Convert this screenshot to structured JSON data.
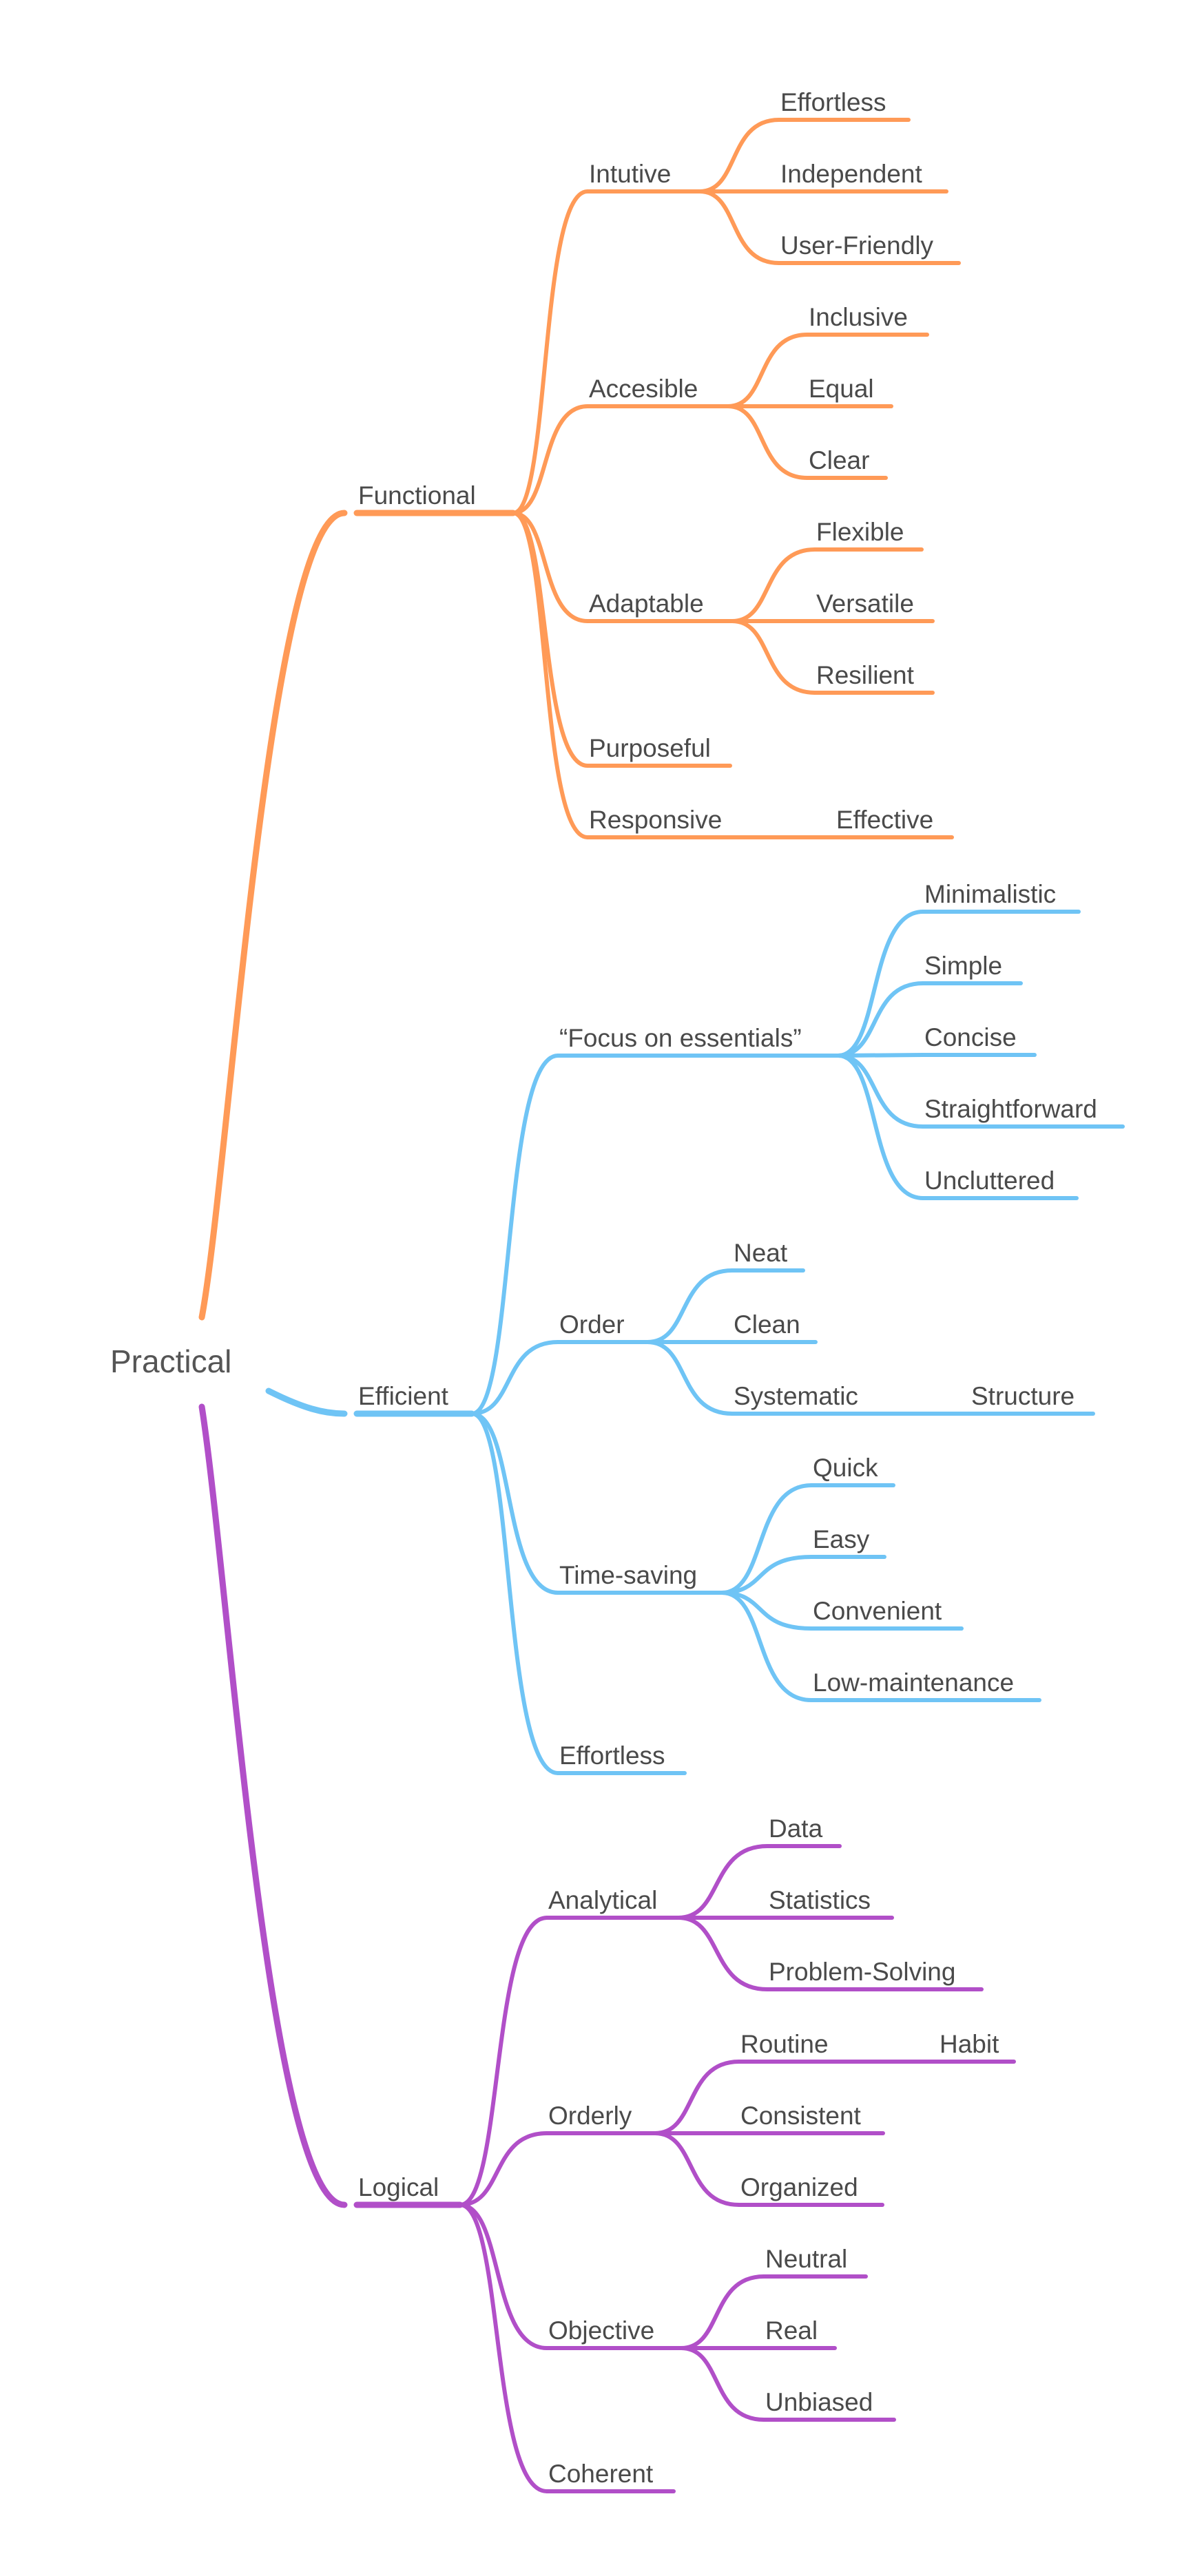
{
  "colors": {
    "functional": "#FF9A57",
    "efficient": "#6FC4F5",
    "logical": "#B14FC8"
  },
  "root": {
    "label": "Practical"
  },
  "nodes": [
    {
      "id": "functional",
      "label": "Functional",
      "parent": "root",
      "branch": "functional"
    },
    {
      "id": "intutive",
      "label": "Intutive",
      "parent": "functional",
      "branch": "functional"
    },
    {
      "id": "effortless-1",
      "label": "Effortless",
      "parent": "intutive",
      "branch": "functional"
    },
    {
      "id": "independent",
      "label": "Independent",
      "parent": "intutive",
      "branch": "functional"
    },
    {
      "id": "user-friendly",
      "label": "User-Friendly",
      "parent": "intutive",
      "branch": "functional"
    },
    {
      "id": "accesible",
      "label": "Accesible",
      "parent": "functional",
      "branch": "functional"
    },
    {
      "id": "inclusive",
      "label": "Inclusive",
      "parent": "accesible",
      "branch": "functional"
    },
    {
      "id": "equal",
      "label": "Equal",
      "parent": "accesible",
      "branch": "functional"
    },
    {
      "id": "clear",
      "label": "Clear",
      "parent": "accesible",
      "branch": "functional"
    },
    {
      "id": "adaptable",
      "label": "Adaptable",
      "parent": "functional",
      "branch": "functional"
    },
    {
      "id": "flexible",
      "label": "Flexible",
      "parent": "adaptable",
      "branch": "functional"
    },
    {
      "id": "versatile",
      "label": "Versatile",
      "parent": "adaptable",
      "branch": "functional"
    },
    {
      "id": "resilient",
      "label": "Resilient",
      "parent": "adaptable",
      "branch": "functional"
    },
    {
      "id": "purposeful",
      "label": "Purposeful",
      "parent": "functional",
      "branch": "functional"
    },
    {
      "id": "responsive",
      "label": "Responsive",
      "parent": "functional",
      "branch": "functional"
    },
    {
      "id": "effective",
      "label": "Effective",
      "parent": "responsive",
      "branch": "functional"
    },
    {
      "id": "efficient",
      "label": "Efficient",
      "parent": "root",
      "branch": "efficient"
    },
    {
      "id": "focus",
      "label": "“Focus on essentials”",
      "parent": "efficient",
      "branch": "efficient"
    },
    {
      "id": "minimalistic",
      "label": "Minimalistic",
      "parent": "focus",
      "branch": "efficient"
    },
    {
      "id": "simple",
      "label": "Simple",
      "parent": "focus",
      "branch": "efficient"
    },
    {
      "id": "concise",
      "label": "Concise",
      "parent": "focus",
      "branch": "efficient"
    },
    {
      "id": "straightforward",
      "label": "Straightforward",
      "parent": "focus",
      "branch": "efficient"
    },
    {
      "id": "uncluttered",
      "label": "Uncluttered",
      "parent": "focus",
      "branch": "efficient"
    },
    {
      "id": "order",
      "label": "Order",
      "parent": "efficient",
      "branch": "efficient"
    },
    {
      "id": "neat",
      "label": "Neat",
      "parent": "order",
      "branch": "efficient"
    },
    {
      "id": "clean",
      "label": "Clean",
      "parent": "order",
      "branch": "efficient"
    },
    {
      "id": "systematic",
      "label": "Systematic",
      "parent": "order",
      "branch": "efficient"
    },
    {
      "id": "structure",
      "label": "Structure",
      "parent": "systematic",
      "branch": "efficient"
    },
    {
      "id": "time-saving",
      "label": "Time-saving",
      "parent": "efficient",
      "branch": "efficient"
    },
    {
      "id": "quick",
      "label": "Quick",
      "parent": "time-saving",
      "branch": "efficient"
    },
    {
      "id": "easy",
      "label": "Easy",
      "parent": "time-saving",
      "branch": "efficient"
    },
    {
      "id": "convenient",
      "label": "Convenient",
      "parent": "time-saving",
      "branch": "efficient"
    },
    {
      "id": "low-maintenance",
      "label": "Low-maintenance",
      "parent": "time-saving",
      "branch": "efficient"
    },
    {
      "id": "effortless-2",
      "label": "Effortless",
      "parent": "efficient",
      "branch": "efficient"
    },
    {
      "id": "logical",
      "label": "Logical",
      "parent": "root",
      "branch": "logical"
    },
    {
      "id": "analytical",
      "label": "Analytical",
      "parent": "logical",
      "branch": "logical"
    },
    {
      "id": "data",
      "label": "Data",
      "parent": "analytical",
      "branch": "logical"
    },
    {
      "id": "statistics",
      "label": "Statistics",
      "parent": "analytical",
      "branch": "logical"
    },
    {
      "id": "problem-solving",
      "label": "Problem-Solving",
      "parent": "analytical",
      "branch": "logical"
    },
    {
      "id": "orderly",
      "label": "Orderly",
      "parent": "logical",
      "branch": "logical"
    },
    {
      "id": "routine",
      "label": "Routine",
      "parent": "orderly",
      "branch": "logical"
    },
    {
      "id": "habit",
      "label": "Habit",
      "parent": "routine",
      "branch": "logical"
    },
    {
      "id": "consistent",
      "label": "Consistent",
      "parent": "orderly",
      "branch": "logical"
    },
    {
      "id": "organized",
      "label": "Organized",
      "parent": "orderly",
      "branch": "logical"
    },
    {
      "id": "objective",
      "label": "Objective",
      "parent": "logical",
      "branch": "logical"
    },
    {
      "id": "neutral",
      "label": "Neutral",
      "parent": "objective",
      "branch": "logical"
    },
    {
      "id": "real",
      "label": "Real",
      "parent": "objective",
      "branch": "logical"
    },
    {
      "id": "unbiased",
      "label": "Unbiased",
      "parent": "objective",
      "branch": "logical"
    },
    {
      "id": "coherent",
      "label": "Coherent",
      "parent": "logical",
      "branch": "logical"
    }
  ]
}
